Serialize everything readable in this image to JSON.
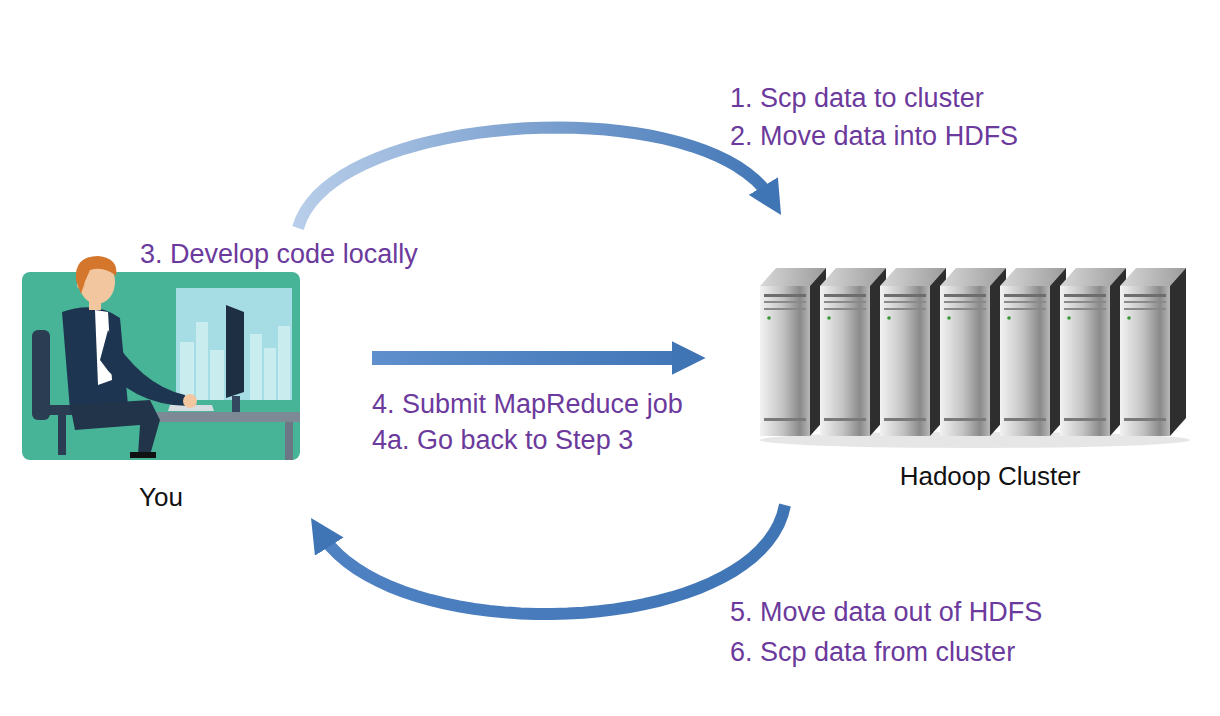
{
  "diagram": {
    "nodes": [
      {
        "text": [
          "You"
        ]
      },
      {
        "text": [
          "Hadoop Cluster"
        ]
      }
    ],
    "edges": [
      {
        "from": 0,
        "to": 1,
        "arrow": "to"
      },
      {
        "from": 0,
        "to": 1,
        "arrow": "to"
      },
      {
        "from": 1,
        "to": 0,
        "arrow": "to"
      }
    ],
    "labels": [
      "1. Scp data to cluster",
      "2. Move data into HDFS",
      "3. Develop code locally",
      "4. Submit MapReduce job",
      "4a. Go back to Step 3",
      "5. Move data out of HDFS",
      "6. Scp data from cluster"
    ]
  }
}
